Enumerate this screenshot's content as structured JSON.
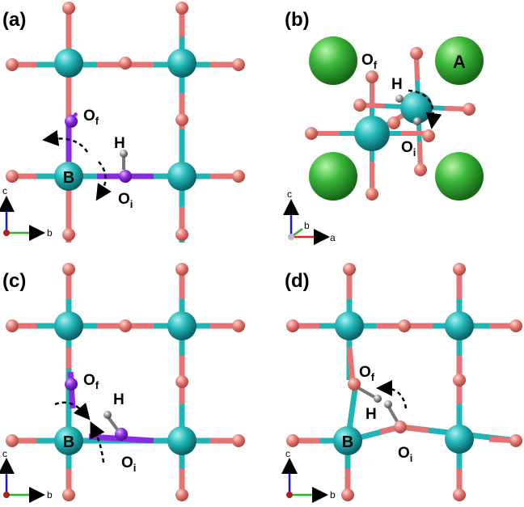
{
  "panels": {
    "a": {
      "tag": "(a)",
      "B": "B",
      "Of_main": "O",
      "Of_sub": "f",
      "Oi_main": "O",
      "Oi_sub": "i",
      "H": "H",
      "axis_v": "c",
      "axis_h": "b"
    },
    "b": {
      "tag": "(b)",
      "A": "A",
      "Of_main": "O",
      "Of_sub": "f",
      "Oi_main": "O",
      "Oi_sub": "i",
      "H": "H",
      "axis_v": "c",
      "axis_h": "a",
      "axis_d": "b"
    },
    "c": {
      "tag": "(c)",
      "B": "B",
      "Of_main": "O",
      "Of_sub": "f",
      "Oi_main": "O",
      "Oi_sub": "i",
      "H": "H",
      "axis_v": "c",
      "axis_h": "b"
    },
    "d": {
      "tag": "(d)",
      "B": "B",
      "Of_main": "O",
      "Of_sub": "f",
      "Oi_main": "O",
      "Oi_sub": "i",
      "H": "H",
      "axis_v": "c",
      "axis_h": "b"
    }
  },
  "colors": {
    "B_atom": "#1fb5b5",
    "O_atom": "#e57373",
    "O_active": "#8a2be2",
    "H_atom": "#8c8c8c",
    "A_atom": "#33b233",
    "axis_c": "#1a1ae6",
    "axis_b": "#22bb22",
    "axis_a": "#dd2222"
  }
}
